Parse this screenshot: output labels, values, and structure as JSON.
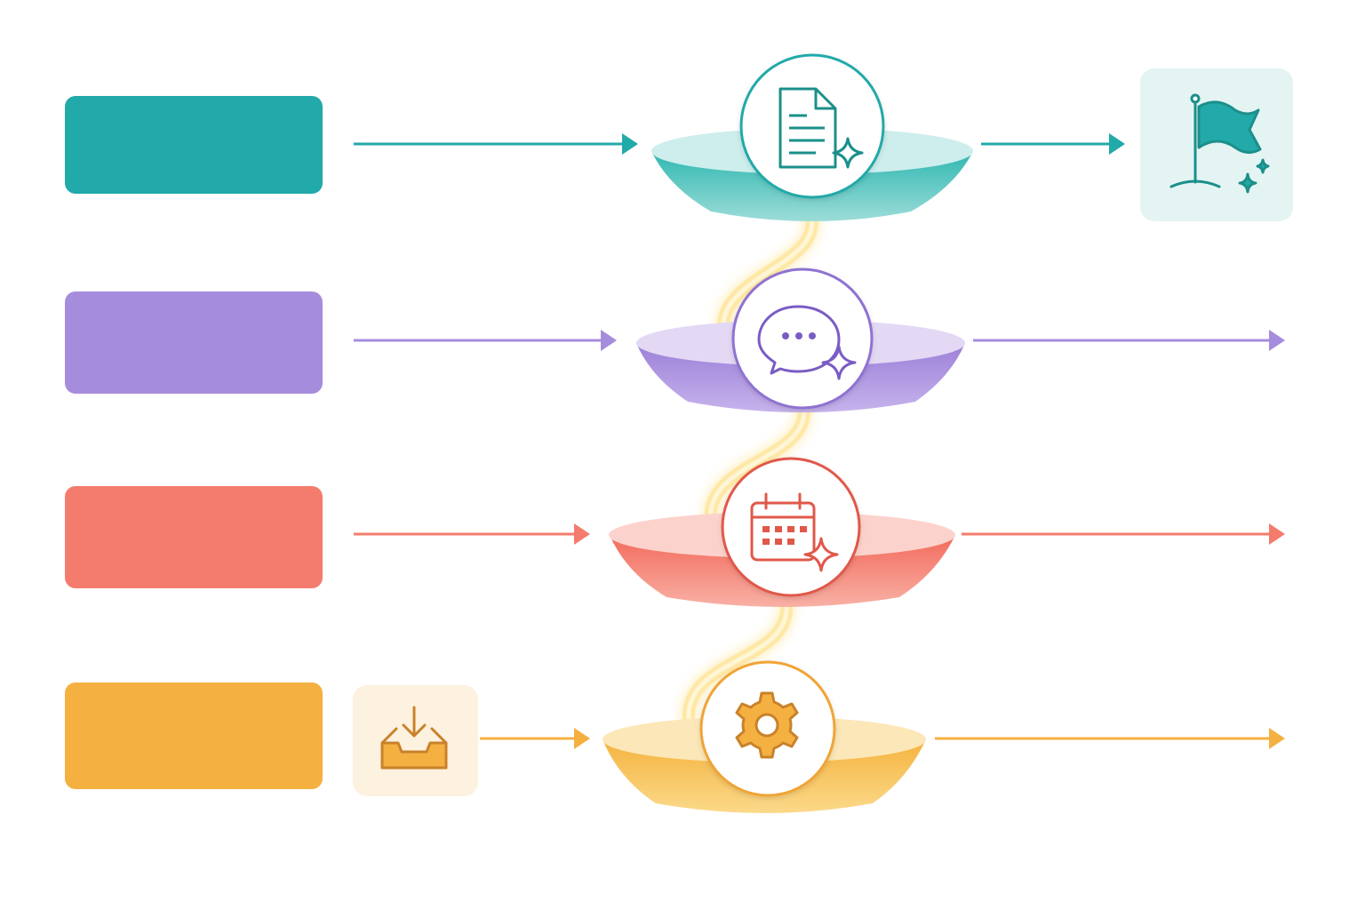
{
  "colors": {
    "teal": "#22A9A9",
    "teal_dark": "#1B8F8A",
    "teal_light": "#CDEEEC",
    "purple": "#A68CDD",
    "purple_dark": "#7A5CC4",
    "purple_light": "#E3D9F5",
    "coral": "#F47C6D",
    "coral_dark": "#E0584A",
    "coral_light": "#FCD3CC",
    "amber": "#F5B042",
    "amber_dark": "#D99423",
    "amber_light": "#FCE7B8",
    "glow": "#FFE38A"
  },
  "stages": [
    {
      "id": "document",
      "label": "",
      "color": "teal",
      "hub_icon": "document-sparkle-icon",
      "end_icon": "flag-sparkle-icon"
    },
    {
      "id": "chat",
      "label": "",
      "color": "purple",
      "hub_icon": "chat-bubbles-sparkle-icon",
      "end_icon": "arrow-head-icon"
    },
    {
      "id": "calendar",
      "label": "",
      "color": "coral",
      "hub_icon": "calendar-sparkle-icon",
      "end_icon": "arrow-head-icon"
    },
    {
      "id": "settings",
      "label": "",
      "color": "amber",
      "hub_icon": "gear-icon",
      "start_icon": "inbox-download-icon",
      "end_icon": "arrow-head-icon"
    }
  ],
  "connector": {
    "style": "glowing-curve",
    "icon": "glow-connector"
  }
}
